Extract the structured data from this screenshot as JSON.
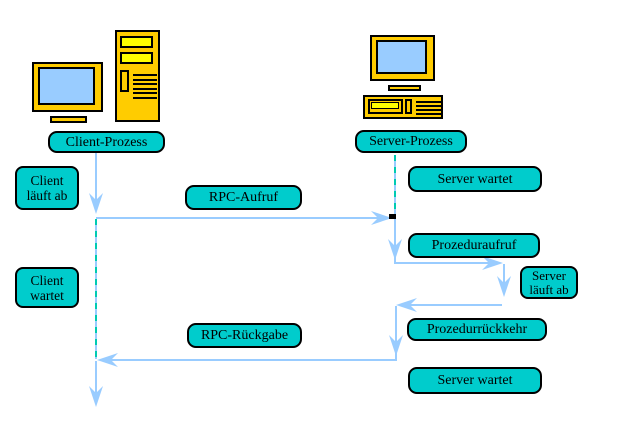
{
  "diagram": {
    "nodes": {
      "client_process": "Client-Prozess",
      "server_process": "Server-Prozess"
    },
    "client_states": {
      "running_top": {
        "line1": "Client",
        "line2": "läuft ab"
      },
      "waiting": {
        "line1": "Client",
        "line2": "wartet"
      }
    },
    "server_states": {
      "waiting_top": "Server wartet",
      "running": {
        "line1": "Server",
        "line2": "läuft ab"
      },
      "waiting_bottom": "Server wartet"
    },
    "messages": {
      "rpc_call": "RPC-Aufruf",
      "procedure_call": "Prozeduraufruf",
      "procedure_return": "Prozedurrückkehr",
      "rpc_return": "RPC-Rückgabe"
    },
    "colors": {
      "label_fill": "#00cccc",
      "label_border": "#000000",
      "arrow_blue": "#99ccff",
      "dash_teal": "#00cbb2",
      "computer_gold": "#ffcc00",
      "computer_yellow": "#ffff00",
      "screen_blue": "#99ccff"
    }
  }
}
